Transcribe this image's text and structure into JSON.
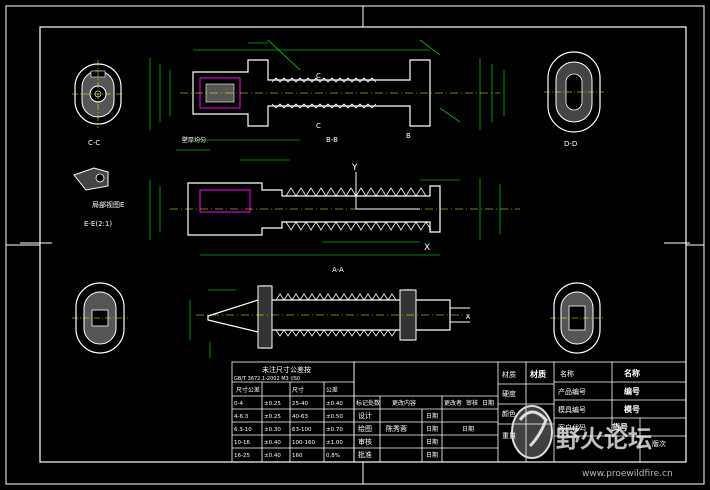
{
  "views": {
    "section_cc": "C-C",
    "section_bb": "B-B",
    "section_dd": "D-D",
    "section_aa": "A-A",
    "detail_label": "局部视图E",
    "detail_scale": "E-E(2:1)",
    "marker_c": "C",
    "marker_b": "B",
    "marker_y": "Y",
    "marker_x": "X",
    "marker_a": "A",
    "annotation": "壁厚均匀"
  },
  "tolerance_table": {
    "title": "未注尺寸公差按",
    "standard": "GB/T 3672.1-2002 M3 (IS0",
    "headers": [
      "尺寸公差",
      "尺寸",
      "公差"
    ],
    "rows": [
      [
        "0-4",
        "±0.25",
        "25-40",
        "±0.40"
      ],
      [
        "4-6.3",
        "±0.25",
        "40-63",
        "±0.50"
      ],
      [
        "6.3-10",
        "±0.30",
        "63-100",
        "±0.70"
      ],
      [
        "10-16",
        "±0.40",
        "100-160",
        "±1.00"
      ],
      [
        "16-25",
        "±0.40",
        "160",
        "0.8%"
      ]
    ]
  },
  "title_block": {
    "material_label": "材质",
    "material_value": "材质",
    "hardness_label": "硬度",
    "color_label": "颜色",
    "weight_label": "重量",
    "name_label": "名称",
    "name_value": "名称",
    "product_no_label": "产品编号",
    "product_no_value": "编号",
    "mold_no_label": "模具编号",
    "mold_no_value": "模号",
    "customer_label": "客户代码",
    "customer_value": "货号",
    "count_label": "版次",
    "revision_headers": [
      "标记处数",
      "更改内容",
      "更改者",
      "审核",
      "日期"
    ],
    "design": "设计",
    "draw": "绘图",
    "drawer": "陈秀蓉",
    "check": "审核",
    "approve": "批准",
    "date": "日期",
    "date_value": "日期"
  },
  "watermark": {
    "site_name": "野火论坛",
    "url": "www.proewildfire.cn"
  }
}
